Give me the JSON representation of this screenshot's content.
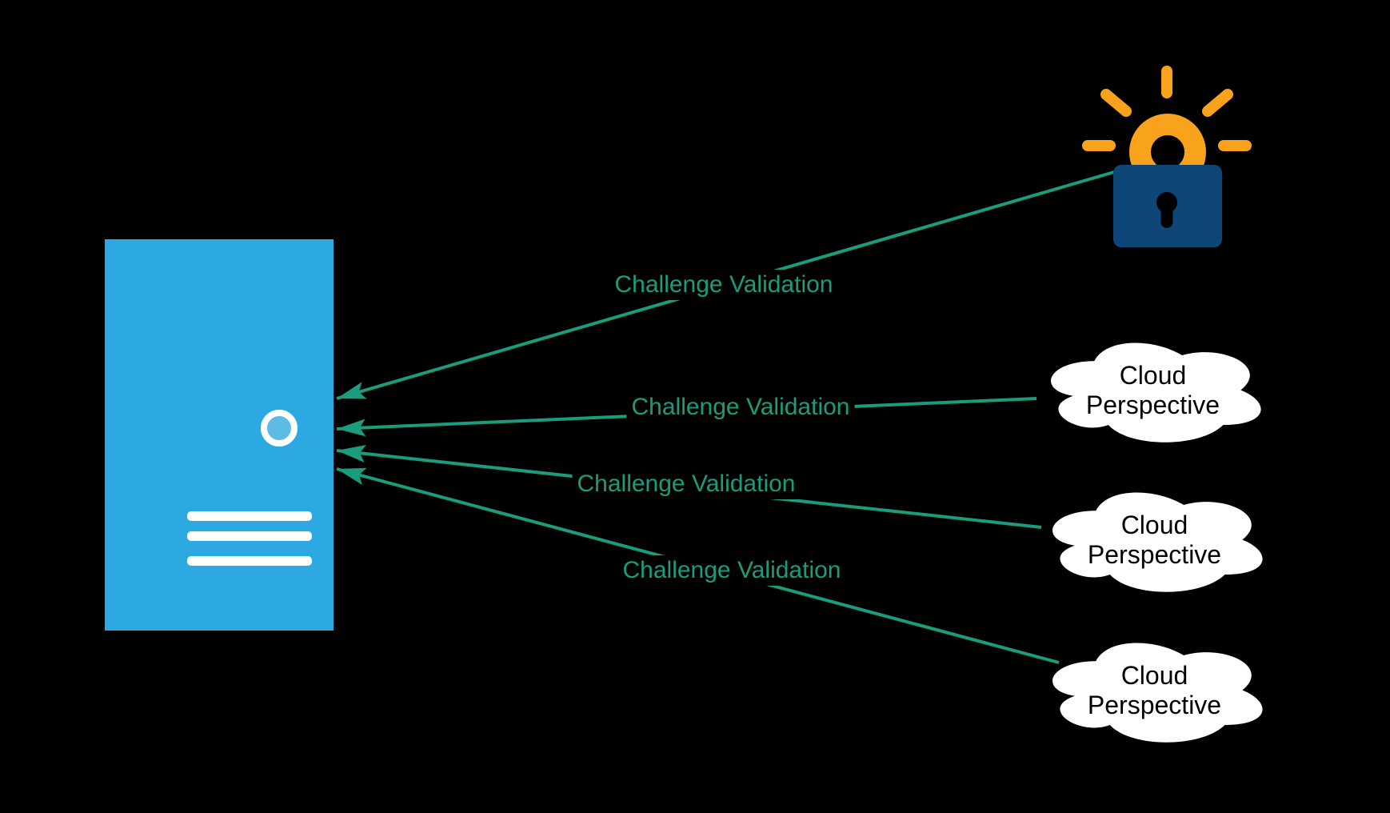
{
  "canvas": {
    "background": "#000000"
  },
  "colors": {
    "canvas-black": "#000000",
    "server-blue": "#2BA9E0",
    "server-led-blue": "#5EBBE3",
    "arrow-teal": "#1A9C7D",
    "lock-navy": "#0F4678",
    "sun-orange": "#F9A21B",
    "cloud-fill": "#FFFFFF",
    "cloud-text": "#000000"
  },
  "nodes": {
    "server": {
      "icon": "server-tower-icon"
    },
    "certificate_authority": {
      "icon": "padlock-sun-icon"
    },
    "clouds": [
      {
        "line1": "Cloud",
        "line2": "Perspective"
      },
      {
        "line1": "Cloud",
        "line2": "Perspective"
      },
      {
        "line1": "Cloud",
        "line2": "Perspective"
      }
    ]
  },
  "arrows": [
    {
      "label": "Challenge Validation",
      "from": "certificate-authority",
      "to": "server"
    },
    {
      "label": "Challenge Validation",
      "from": "cloud-1",
      "to": "server"
    },
    {
      "label": "Challenge Validation",
      "from": "cloud-2",
      "to": "server"
    },
    {
      "label": "Challenge Validation",
      "from": "cloud-3",
      "to": "server"
    }
  ]
}
